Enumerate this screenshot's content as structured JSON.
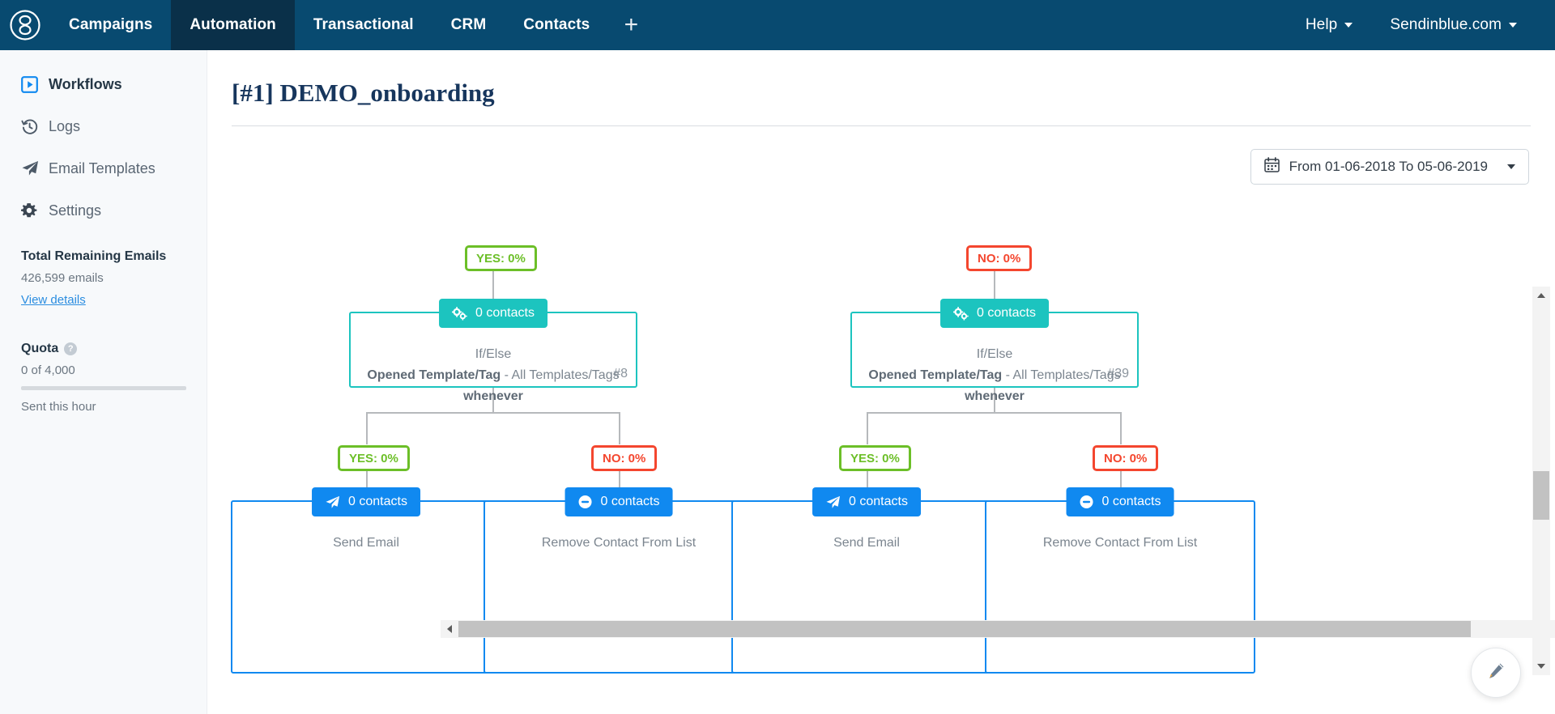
{
  "topnav": {
    "logo_icon": "sendinblue-logo-icon",
    "items": [
      {
        "label": "Campaigns",
        "active": false
      },
      {
        "label": "Automation",
        "active": true
      },
      {
        "label": "Transactional",
        "active": false
      },
      {
        "label": "CRM",
        "active": false
      },
      {
        "label": "Contacts",
        "active": false
      }
    ],
    "add_label": "+",
    "help_label": "Help",
    "account_label": "Sendinblue.com",
    "bg_color": "#084a70",
    "active_bg_color": "#0a3049"
  },
  "sidebar": {
    "items": [
      {
        "label": "Workflows",
        "icon": "play-box-icon",
        "active": true
      },
      {
        "label": "Logs",
        "icon": "history-clock-icon",
        "active": false
      },
      {
        "label": "Email Templates",
        "icon": "paper-plane-icon",
        "active": false
      },
      {
        "label": "Settings",
        "icon": "gear-icon",
        "active": false
      }
    ],
    "emails": {
      "title": "Total Remaining Emails",
      "value": "426,599 emails",
      "link": "View details"
    },
    "quota": {
      "title": "Quota",
      "help_icon": "question-mark-icon",
      "value": "0 of 4,000",
      "percent": 0,
      "caption": "Sent this hour"
    }
  },
  "main": {
    "page_title": "[#1] DEMO_onboarding",
    "date_filter": {
      "icon": "calendar-icon",
      "label": "From 01-06-2018 To 05-06-2019"
    }
  },
  "workflow": {
    "branch_labels": {
      "top_left": "YES: 0%",
      "top_right": "NO: 0%",
      "l_yes": "YES: 0%",
      "l_no": "NO: 0%",
      "r_yes": "YES: 0%",
      "r_no": "NO: 0%"
    },
    "nodes": [
      {
        "id": "ifelse-8",
        "badge": "0 contacts",
        "badge_icon": "gears-icon",
        "kind": "If/Else",
        "desc_bold_1": "Opened Template/Tag",
        "desc_mid": " - All Templates/Tags ",
        "desc_bold_2": "whenever",
        "node_id": "#8",
        "color": "#1cc4bf"
      },
      {
        "id": "ifelse-39",
        "badge": "0 contacts",
        "badge_icon": "gears-icon",
        "kind": "If/Else",
        "desc_bold_1": "Opened Template/Tag",
        "desc_mid": " - All Templates/Tags ",
        "desc_bold_2": "whenever",
        "node_id": "#39",
        "color": "#1cc4bf"
      },
      {
        "id": "send-email-1",
        "badge": "0 contacts",
        "badge_icon": "paper-plane-icon",
        "kind": "Send Email",
        "color": "#1089f0"
      },
      {
        "id": "remove-contact-1",
        "badge": "0 contacts",
        "badge_icon": "minus-circle-icon",
        "kind": "Remove Contact From List",
        "color": "#1089f0"
      },
      {
        "id": "send-email-2",
        "badge": "0 contacts",
        "badge_icon": "paper-plane-icon",
        "kind": "Send Email",
        "color": "#1089f0"
      },
      {
        "id": "remove-contact-2",
        "badge": "0 contacts",
        "badge_icon": "minus-circle-icon",
        "kind": "Remove Contact From List",
        "color": "#1089f0"
      }
    ],
    "colors": {
      "yes": "#6cbf28",
      "no": "#f4462e",
      "connector": "#b6b9bc"
    }
  },
  "fab": {
    "icon": "pencil-icon"
  }
}
